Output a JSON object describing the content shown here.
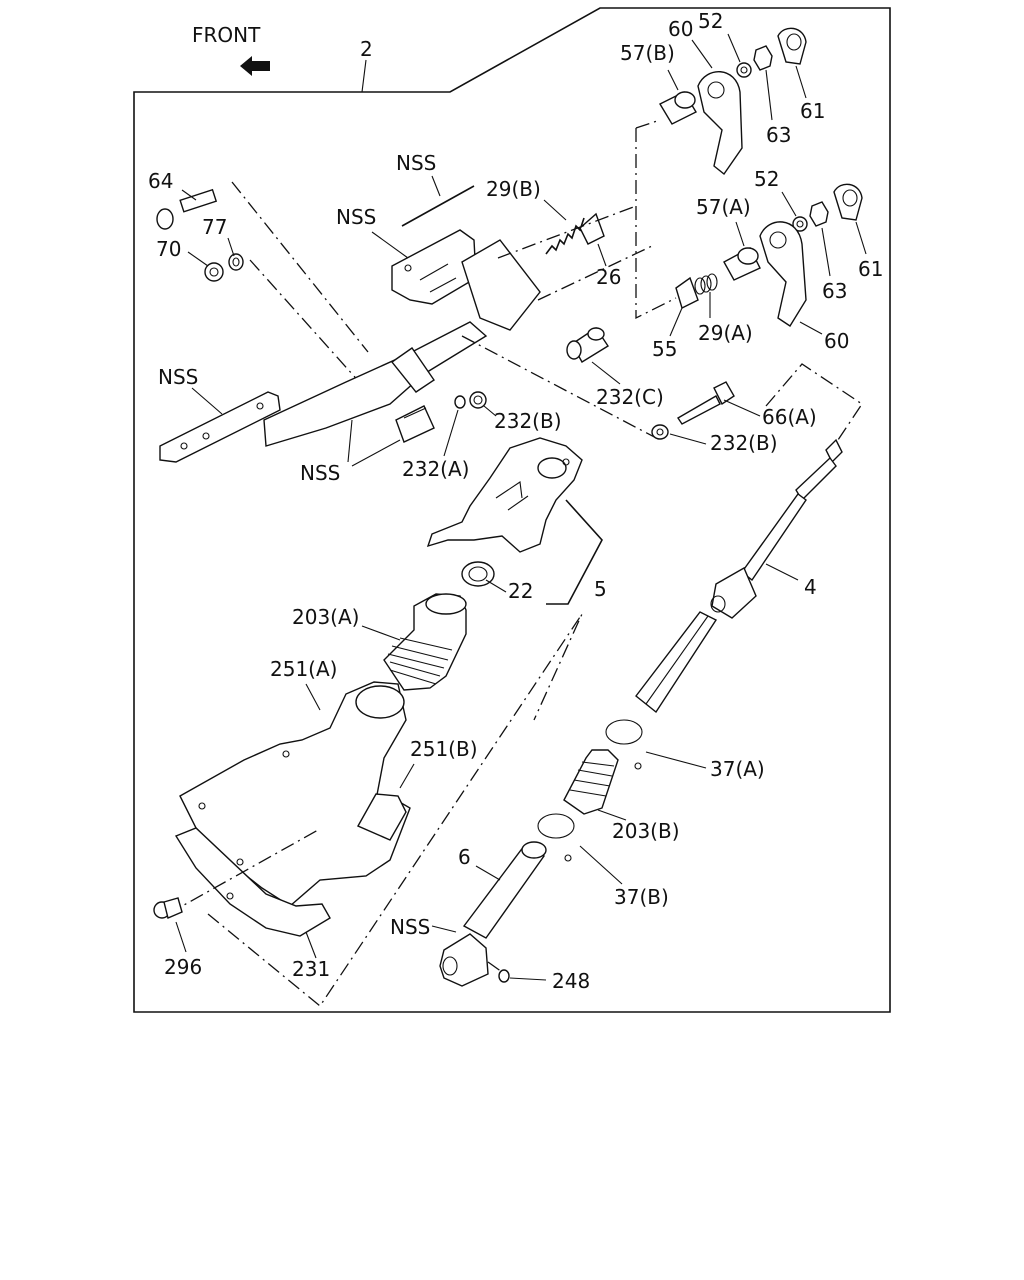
{
  "front_label": "FRONT",
  "part_labels": {
    "p2": "2",
    "p64": "64",
    "p77": "77",
    "p70": "70",
    "nss_rod": "NSS",
    "nss_bracket": "NSS",
    "nss_left": "NSS",
    "nss_bottom": "NSS",
    "nss_lower": "NSS",
    "p29b": "29(B)",
    "p26": "26",
    "p57b": "57(B)",
    "p60_top": "60",
    "p52_top": "52",
    "p63_top": "63",
    "p61_top": "61",
    "p52_mid": "52",
    "p57a": "57(A)",
    "p61_mid": "61",
    "p63_mid": "63",
    "p55": "55",
    "p29a": "29(A)",
    "p60_mid": "60",
    "p232c": "232(C)",
    "p232b_1": "232(B)",
    "p232b_2": "232(B)",
    "p232a": "232(A)",
    "p66a": "66(A)",
    "p4": "4",
    "p5": "5",
    "p22": "22",
    "p203a": "203(A)",
    "p251a": "251(A)",
    "p251b": "251(B)",
    "p37a": "37(A)",
    "p203b": "203(B)",
    "p6": "6",
    "p37b": "37(B)",
    "p296": "296",
    "p231": "231",
    "p248": "248"
  }
}
